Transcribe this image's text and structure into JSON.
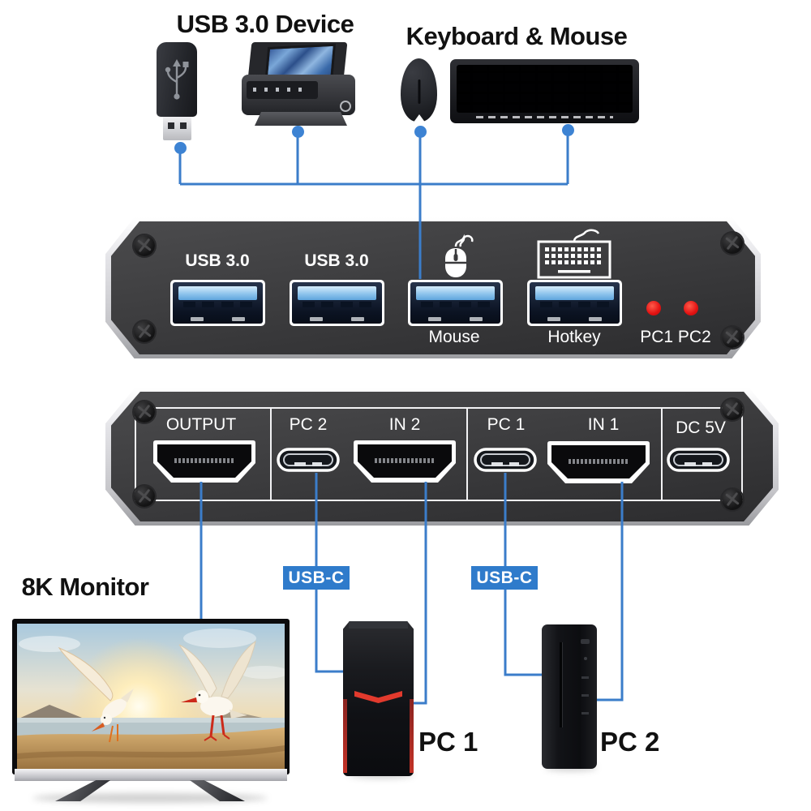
{
  "colors": {
    "line_blue": "#3b7dca",
    "dot_blue": "#3d83d3",
    "badge_blue": "#2f7bcb",
    "led_red": "#e21212",
    "panel_gray": "#3a3a3c"
  },
  "top_devices": {
    "usb_device_label": "USB 3.0 Device",
    "keyboard_mouse_label": "Keyboard & Mouse"
  },
  "front_panel": {
    "usb_port_1_label": "USB 3.0",
    "usb_port_2_label": "USB 3.0",
    "mouse_port_label": "Mouse",
    "hotkey_port_label": "Hotkey",
    "led_label": "PC1 PC2"
  },
  "back_panel": {
    "output_label": "OUTPUT",
    "pc2_port_label": "PC 2",
    "in2_label": "IN 2",
    "pc1_port_label": "PC 1",
    "in1_label": "IN 1",
    "dc_label": "DC 5V"
  },
  "bottom_devices": {
    "monitor_label": "8K Monitor",
    "usbc_badge_1": "USB-C",
    "usbc_badge_2": "USB-C",
    "pc1_label": "PC 1",
    "pc2_label": "PC 2"
  }
}
